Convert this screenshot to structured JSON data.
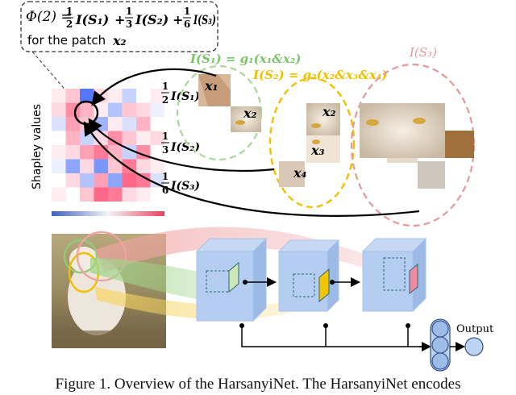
{
  "formula": {
    "lhs": "Φ(2) = ",
    "term1_num": "1",
    "term1_den": "2",
    "term1_set": "I(S₁)",
    "plus1": "+",
    "term2_num": "1",
    "term2_den": "3",
    "term2_set": "I(S₂)",
    "plus2": "+",
    "term3_num": "1",
    "term3_den": "6",
    "term3_set": "I(S₃)",
    "caption_prefix": "for the patch ",
    "caption_var": "x₂"
  },
  "sets": {
    "s1_def": "I(S₁) = g₁(x₁&x₂)",
    "s2_def": "I(S₂) = g₂(x₂&x₃&x₄)",
    "s3_def": "I(S₃)",
    "s1_color": "#7cc46a",
    "s2_color": "#f0c000",
    "s3_color": "#e79797"
  },
  "patches": {
    "x1": "x₁",
    "x2a": "x₂",
    "x2b": "x₂",
    "x3": "x₃",
    "x4": "x₄"
  },
  "weights": {
    "w1_num": "1",
    "w1_den": "2",
    "w1_set": "I(S₁)",
    "w2_num": "1",
    "w2_den": "3",
    "w2_set": "I(S₂)",
    "w3_num": "1",
    "w3_den": "6",
    "w3_set": "I(S₃)"
  },
  "heatmap_label": "Shapley values",
  "output_label": "Output",
  "caption": "Figure 1. Overview of the HarsanyiNet. The HarsanyiNet encodes",
  "colors": {
    "blue": "#3f6fc9",
    "red": "#e8435f",
    "box": "#a9c3ea",
    "green_face": "#cfe6b8",
    "yellow_face": "#f5c400",
    "pink_face": "#f08aa0"
  }
}
